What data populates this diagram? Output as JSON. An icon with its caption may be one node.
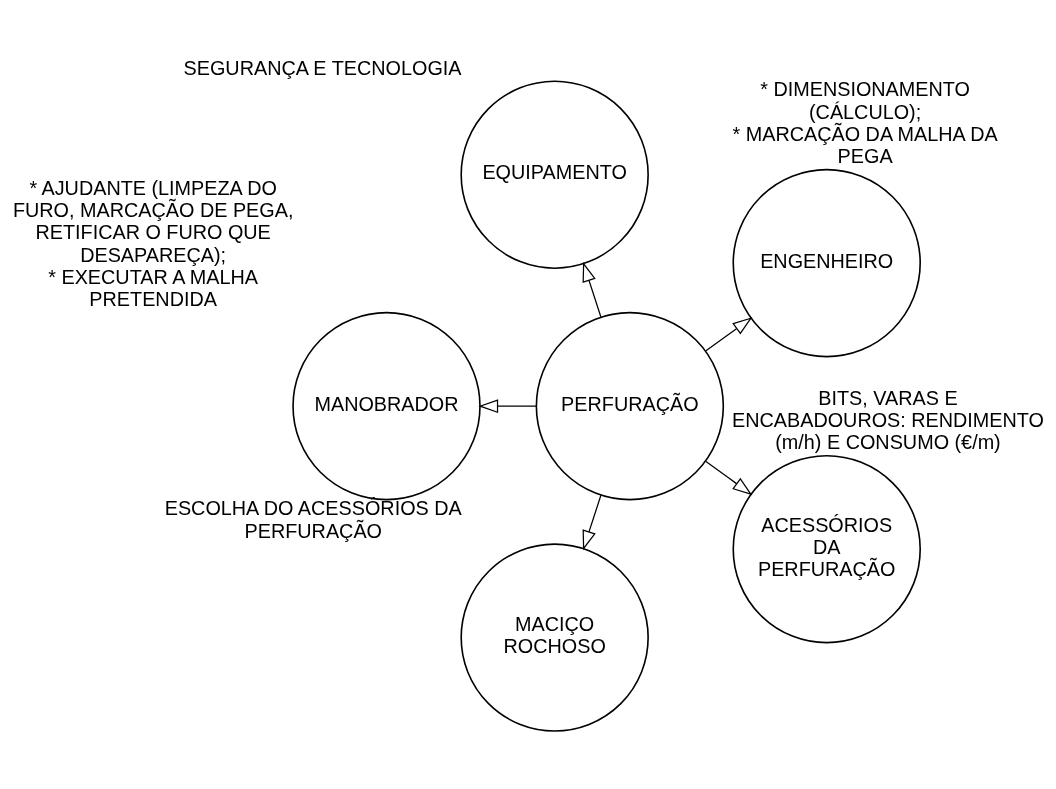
{
  "diagram": {
    "nodes": [
      {
        "text": [
          "PERFURAÇÃO"
        ]
      },
      {
        "text": [
          "ENGENHEIRO"
        ],
        "beside": [
          "* DIMENSIONAMENTO (CÁLCULO);",
          "* MARCAÇÃO DA MALHA DA PEGA"
        ]
      },
      {
        "text": [
          "EQUIPAMENTO"
        ],
        "beside": [
          "SEGURANÇA E TECNOLOGIA"
        ]
      },
      {
        "text": [
          "MANOBRADOR"
        ],
        "beside": [
          "* AJUDANTE (LIMPEZA DO FURO, MARCAÇÃO DE PEGA, RETIFICAR O FURO QUE DESAPAREÇA);",
          "* EXECUTAR A MALHA PRETENDIDA"
        ]
      },
      {
        "text": [
          "MACIÇO ROCHOSO"
        ],
        "beside": [
          "ESCOLHA DO ACESSÓRIOS DA PERFURAÇÃO"
        ]
      },
      {
        "text": [
          "ACESSÓRIOS DA PERFURAÇÃO"
        ],
        "beside": [
          "BITS, VARAS E ENCABADOUROS: RENDIMENTO (m/h) E CONSUMO (€/m)"
        ]
      }
    ],
    "edges": [
      {
        "from": 0,
        "to": 1,
        "arrow": "to"
      },
      {
        "from": 0,
        "to": 3,
        "arrow": "to"
      },
      {
        "from": 0,
        "to": 5,
        "arrow": "to"
      },
      {
        "from": 0,
        "to": 4,
        "arrow": "to"
      },
      {
        "from": 0,
        "to": 2,
        "arrow": "to"
      }
    ]
  }
}
